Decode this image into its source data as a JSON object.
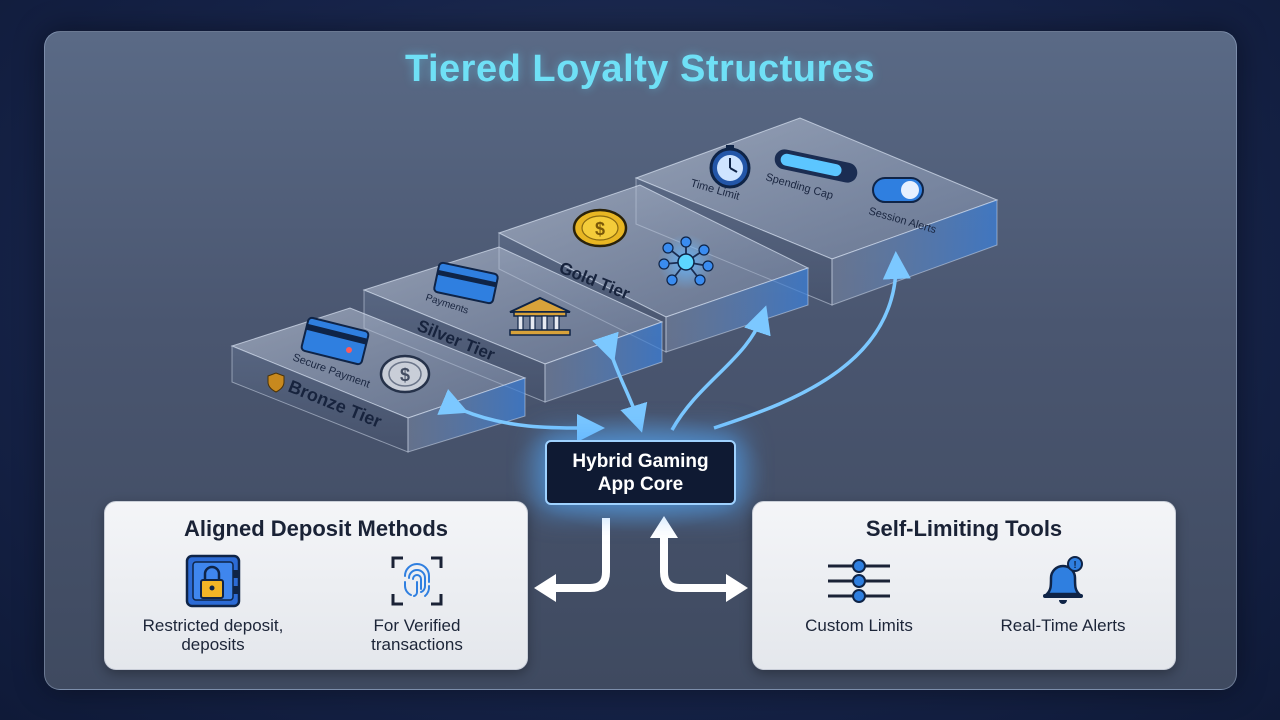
{
  "title": "Tiered Loyalty Structures",
  "tiers": [
    {
      "name": "Bronze Tier",
      "features": [
        "Secure Payment"
      ]
    },
    {
      "name": "Silver Tier",
      "features": [
        "Payments"
      ]
    },
    {
      "name": "Gold Tier",
      "features": []
    },
    {
      "name": "",
      "features": [
        "Time Limit",
        "Spending Cap",
        "Session Alerts"
      ]
    }
  ],
  "core": {
    "line1": "Hybrid Gaming",
    "line2": "App Core"
  },
  "deposit": {
    "title": "Aligned Deposit Methods",
    "items": [
      {
        "icon": "safe-lock-icon",
        "line1": "Restricted deposit,",
        "line2": "deposits"
      },
      {
        "icon": "fingerprint-icon",
        "line1": "For Verified",
        "line2": "transactions"
      }
    ]
  },
  "tools": {
    "title": "Self-Limiting Tools",
    "items": [
      {
        "icon": "sliders-icon",
        "label": "Custom Limits"
      },
      {
        "icon": "bell-alert-icon",
        "label": "Real-Time Alerts"
      }
    ]
  },
  "colors": {
    "accent": "#6fe0f6",
    "arrow": "#7cc8ff",
    "core_border": "#9fd2ff"
  }
}
